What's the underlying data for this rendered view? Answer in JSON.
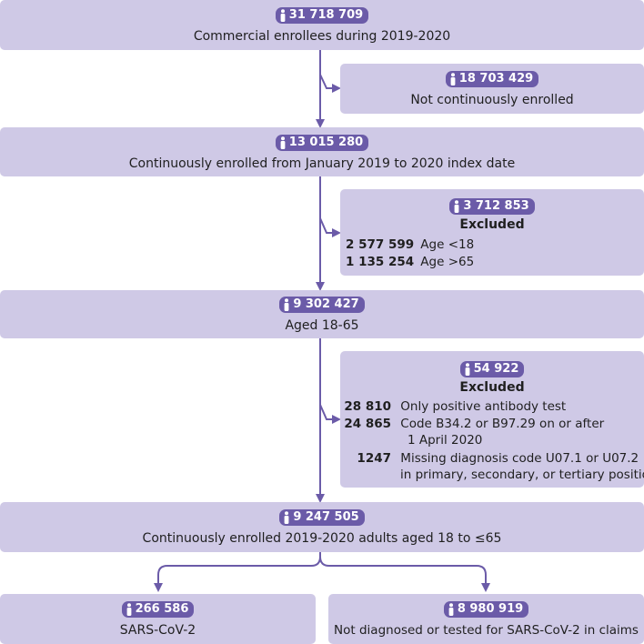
{
  "boxes": {
    "commercial": {
      "count": "31 718 709",
      "label": "Commercial enrollees during 2019-2020"
    },
    "not_continuous": {
      "count": "18 703 429",
      "label": "Not continuously enrolled"
    },
    "continuous": {
      "count": "13 015 280",
      "label": "Continuously enrolled from January 2019 to 2020 index date"
    },
    "excluded_age": {
      "count": "3 712 853",
      "title": "Excluded",
      "rows": [
        {
          "count": "2 577 599",
          "label": "Age <18"
        },
        {
          "count": "1 135 254",
          "label": "Age >65"
        }
      ]
    },
    "aged": {
      "count": "9 302 427",
      "label": "Aged 18-65"
    },
    "excluded_codes": {
      "count": "54 922",
      "title": "Excluded",
      "rows": [
        {
          "count": "28 810",
          "label": "Only positive antibody test"
        },
        {
          "count": "24 865",
          "label": "Code B34.2 or B97.29 on or after",
          "label2": "1 April 2020"
        },
        {
          "count": "1247",
          "label": "Missing diagnosis code U07.1 or U07.2",
          "label2": "in primary, secondary, or tertiary position"
        }
      ]
    },
    "final": {
      "count": "9 247 505",
      "label": "Continuously enrolled 2019-2020 adults aged 18 to ≤65"
    },
    "sars": {
      "count": "266 586",
      "label": "SARS-CoV-2"
    },
    "not_diagnosed": {
      "count": "8 980 919",
      "label": "Not diagnosed or tested for SARS-CoV-2 in claims"
    }
  },
  "colors": {
    "box": "#cfc9e6",
    "badge": "#6b5ba8",
    "arrow": "#6b5ba8"
  },
  "icons": {
    "badge_icon": "person-icon"
  }
}
